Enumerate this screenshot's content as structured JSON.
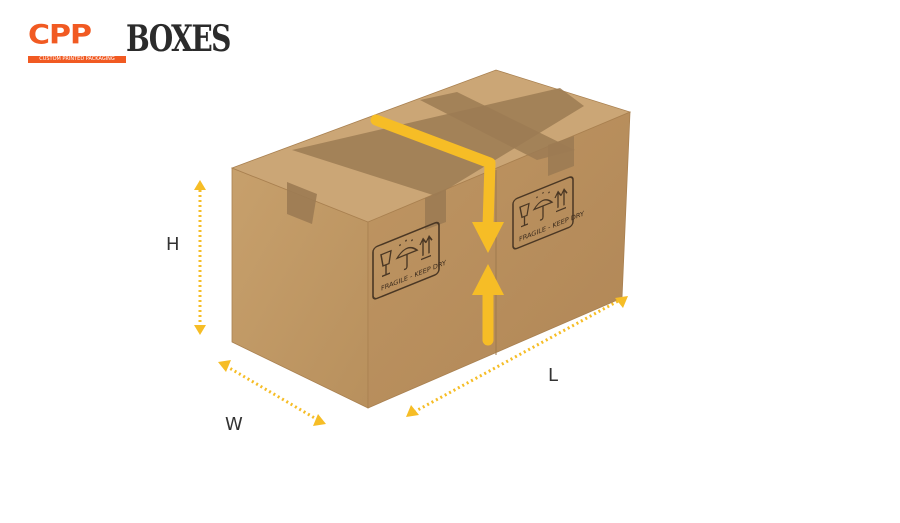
{
  "logo": {
    "brand_primary": "CPP",
    "brand_secondary": "BOXES",
    "tagline": "CUSTOM PRINTED PACKAGING"
  },
  "dimensions": {
    "height_label": "H",
    "width_label": "W",
    "length_label": "L"
  },
  "box": {
    "label_text": "FRAGILE - KEEP DRY"
  },
  "colors": {
    "brand_orange": "#f15a22",
    "cardboard_front": "#c29a66",
    "cardboard_side": "#b98e5b",
    "cardboard_top": "#caa574",
    "tape": "#9a7a52",
    "arrow_yellow": "#f6bd26",
    "dim_line": "#f6bd26"
  }
}
